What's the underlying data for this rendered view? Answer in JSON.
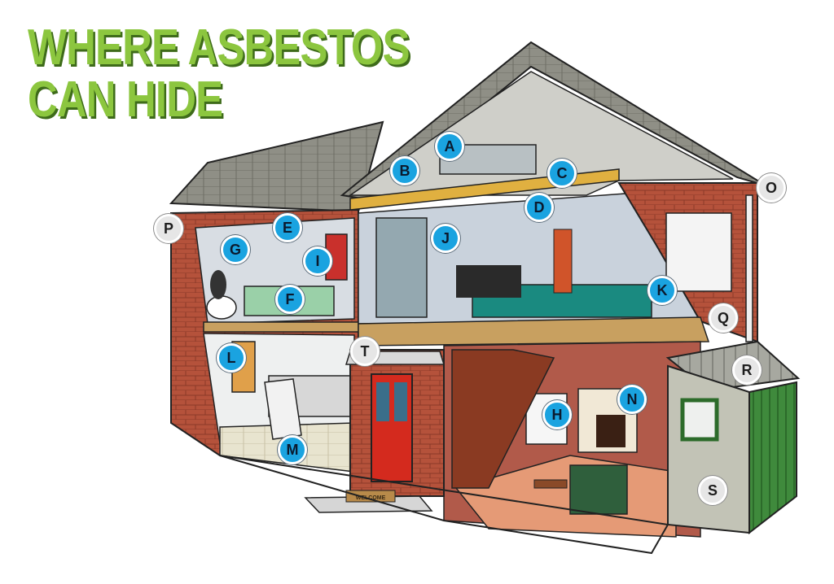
{
  "title": {
    "line1": "WHERE ASBESTOS",
    "line2": "CAN HIDE"
  },
  "doormat": "WELCOME",
  "colors": {
    "title_green": "#8cc63f",
    "title_shadow": "#3e6b1a",
    "marker_blue": "#1aa3e0",
    "marker_grey": "#e6e6e6",
    "roof": "#8a8a80",
    "brick": "#b5523b",
    "door_red": "#d42a1e",
    "shed_door": "#3f8a3c"
  },
  "markers": [
    {
      "label": "A",
      "style": "blue"
    },
    {
      "label": "B",
      "style": "blue"
    },
    {
      "label": "C",
      "style": "blue"
    },
    {
      "label": "D",
      "style": "blue"
    },
    {
      "label": "E",
      "style": "blue"
    },
    {
      "label": "F",
      "style": "blue"
    },
    {
      "label": "G",
      "style": "blue"
    },
    {
      "label": "H",
      "style": "blue"
    },
    {
      "label": "I",
      "style": "blue"
    },
    {
      "label": "J",
      "style": "blue"
    },
    {
      "label": "K",
      "style": "blue"
    },
    {
      "label": "L",
      "style": "blue"
    },
    {
      "label": "M",
      "style": "blue"
    },
    {
      "label": "N",
      "style": "blue"
    },
    {
      "label": "O",
      "style": "grey"
    },
    {
      "label": "P",
      "style": "grey"
    },
    {
      "label": "Q",
      "style": "grey"
    },
    {
      "label": "R",
      "style": "grey"
    },
    {
      "label": "S",
      "style": "grey"
    },
    {
      "label": "T",
      "style": "grey"
    }
  ]
}
